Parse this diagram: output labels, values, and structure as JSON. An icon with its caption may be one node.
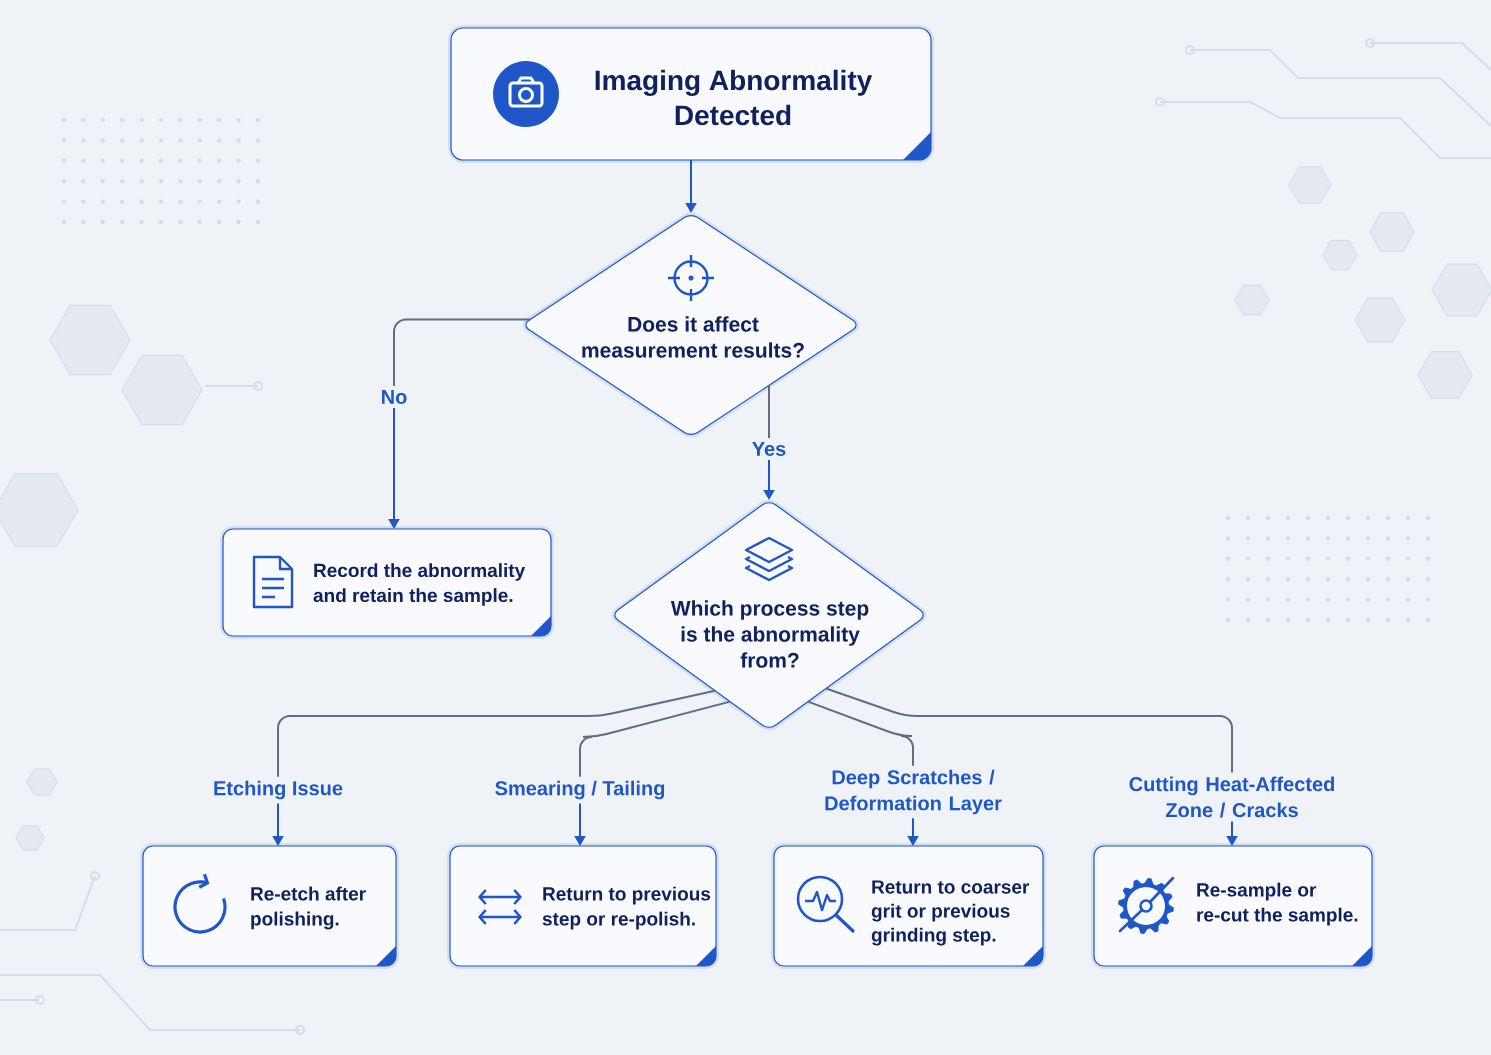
{
  "diagram": {
    "nodes": [
      {
        "text": [
          "Imaging Abnormality Detected"
        ]
      },
      {
        "text": [
          "Does it affect measurement results?"
        ]
      },
      {
        "text": [
          "Record the abnormality and retain the sample."
        ]
      },
      {
        "text": [
          "Which process step is the abnormality from?"
        ]
      },
      {
        "text": [
          "Re-etch after polishing."
        ]
      },
      {
        "text": [
          "Return to previous step or re-polish."
        ]
      },
      {
        "text": [
          "Return to coarser grit or previous grinding step."
        ]
      },
      {
        "text": [
          "Re-sample or re-cut the sample."
        ]
      }
    ],
    "edges": [
      {
        "from": 0,
        "to": 1,
        "arrow": "to",
        "color": "#1f56c8"
      },
      {
        "from": 1,
        "to": 2,
        "arrow": "to",
        "label": "No"
      },
      {
        "from": 1,
        "to": 3,
        "arrow": "to",
        "label": "Yes"
      },
      {
        "from": 3,
        "to": 4,
        "arrow": "to",
        "label": "Etching Issue"
      },
      {
        "from": 3,
        "to": 5,
        "arrow": "to",
        "label": "Smearing / Tailing"
      },
      {
        "from": 3,
        "to": 6,
        "arrow": "to",
        "label": "Deep Scratches / Deformation Layer"
      },
      {
        "from": 3,
        "to": 7,
        "arrow": "to",
        "label": "Cutting Heat-Affected Zone / Cracks"
      }
    ]
  }
}
